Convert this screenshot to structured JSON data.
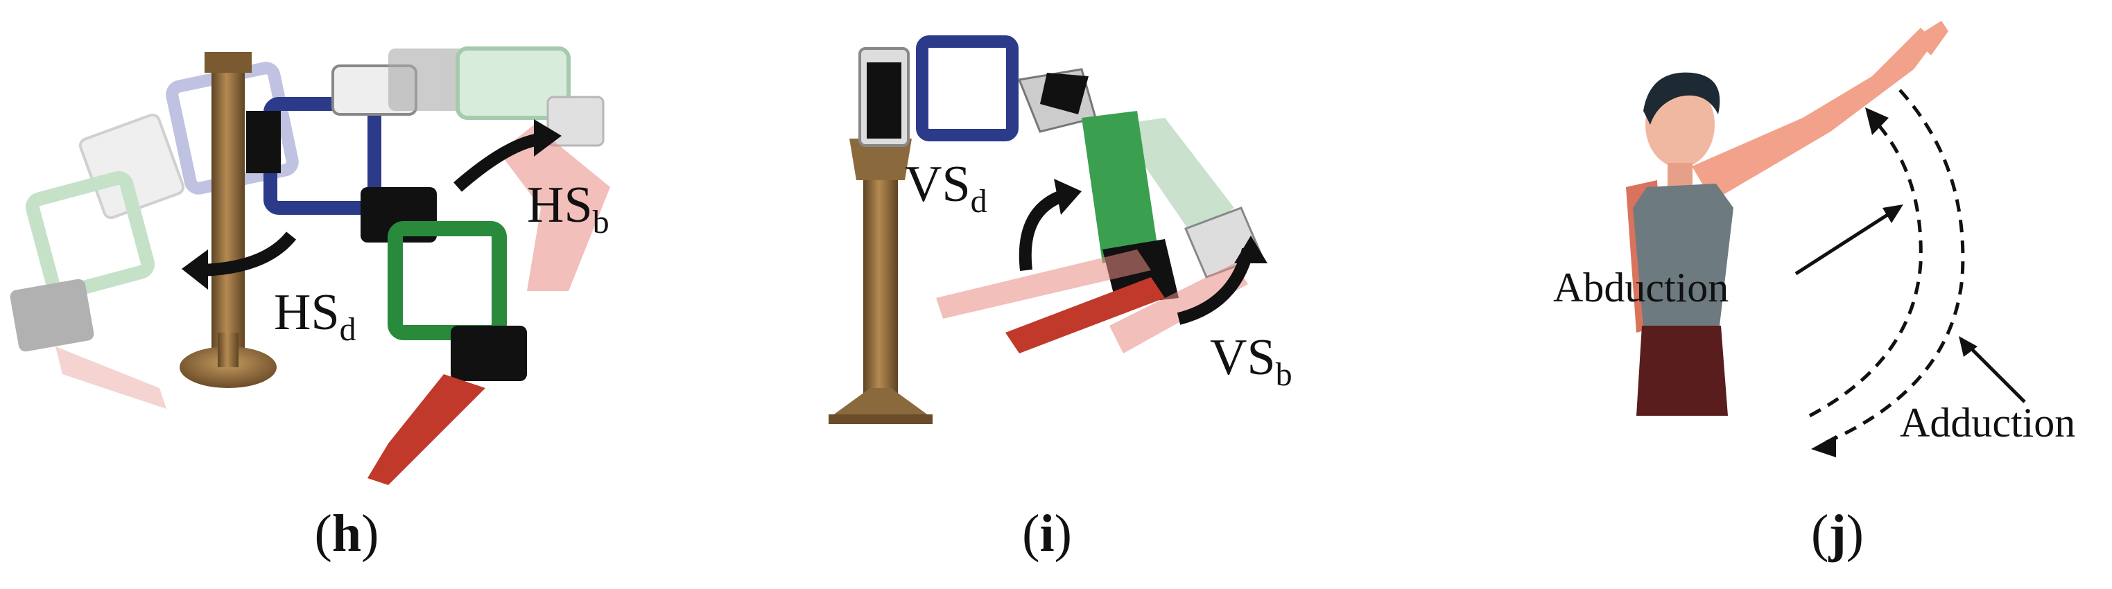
{
  "panels": {
    "h": {
      "caption_letter": "h",
      "label_hs_d": {
        "main": "HS",
        "sub": "d"
      },
      "label_hs_b": {
        "main": "HS",
        "sub": "b"
      }
    },
    "i": {
      "caption_letter": "i",
      "label_vs_d": {
        "main": "VS",
        "sub": "d"
      },
      "label_vs_b": {
        "main": "VS",
        "sub": "b"
      }
    },
    "j": {
      "caption_letter": "j",
      "label_abduction": "Abduction",
      "label_adduction": "Adduction"
    }
  },
  "colors": {
    "bronze": "#8a6a3c",
    "blue_frame": "#2c3a8a",
    "green_frame": "#2a8a3c",
    "red_link": "#c0392b",
    "light_red": "#e88a84",
    "light_green": "#9cc9a4",
    "black": "#111111",
    "grey": "#cfcfcf",
    "skin": "#f2a28a"
  }
}
